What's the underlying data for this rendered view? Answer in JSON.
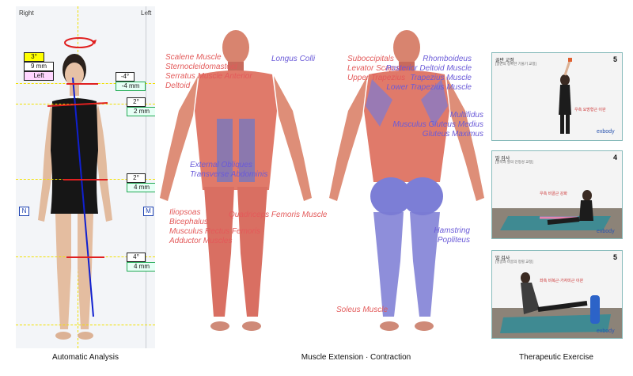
{
  "analysis": {
    "side_right": "Right",
    "side_left": "Left",
    "head_tilt": "3°",
    "head_shift": "9 mm",
    "head_side": "Left",
    "shoulder_angle": "-4°",
    "shoulder_shift": "-4 mm",
    "chest_angle": "2°",
    "chest_shift": "2 mm",
    "pelvis_angle": "2°",
    "pelvis_shift": "4 mm",
    "knee_angle": "4°",
    "knee_shift": "4 mm",
    "marker_n": "N",
    "marker_m": "M",
    "caption": "Automatic Analysis"
  },
  "muscles": {
    "front_left": [
      "Scalene Muscle",
      "Sternocleidomastoid",
      "Serratus Muscle Anterior",
      "Deltoid"
    ],
    "front_right": "Longus Colli",
    "front_mid": [
      "External Obliques",
      "Transverse Abdominis"
    ],
    "front_low": [
      "Iliopsoas",
      "Bicephalus",
      "Musculus Rectus Femoris",
      "Adductor Muscles"
    ],
    "quad": "Quadriceps Femoris Muscle",
    "back_left": [
      "Suboccipitals",
      "Levator Scapulae",
      "Upper Trapezius"
    ],
    "back_right": [
      "Rhomboideus",
      "Posterior Deltoid Muscle",
      "Trapezius Muscle",
      "Lower Trapezius Muscle"
    ],
    "back_mid": [
      "Multifidus",
      "Musculus Gluteus Medius",
      "Gluteus Maximus"
    ],
    "back_low": [
      "Hamstring",
      "Popliteus"
    ],
    "soleus": "Soleus Muscle",
    "caption": "Muscle Extension · Contraction"
  },
  "exercise": {
    "caption": "Therapeutic Exercise",
    "cards": [
      {
        "title": "골반 교정",
        "subtitle": "[골반의 정확한 기울기 교정]",
        "number": "5",
        "note": "우측 요방형근 이완",
        "brand": "exbody"
      },
      {
        "title": "발 검사",
        "subtitle": "[발목과 발의 안정성 교정]",
        "number": "4",
        "note": "우측 비골근 강화",
        "brand": "exbody"
      },
      {
        "title": "발 검사",
        "subtitle": "[경골과 비골의 정렬 교정]",
        "number": "5",
        "note": "좌측 비복근·가자미근 이완",
        "brand": "exbody"
      }
    ]
  },
  "colors": {
    "muscle_red": "#e35a5a",
    "muscle_blue": "#6a5ad8",
    "guide_yellow": "#f1e000",
    "mark_red": "#e02020"
  }
}
